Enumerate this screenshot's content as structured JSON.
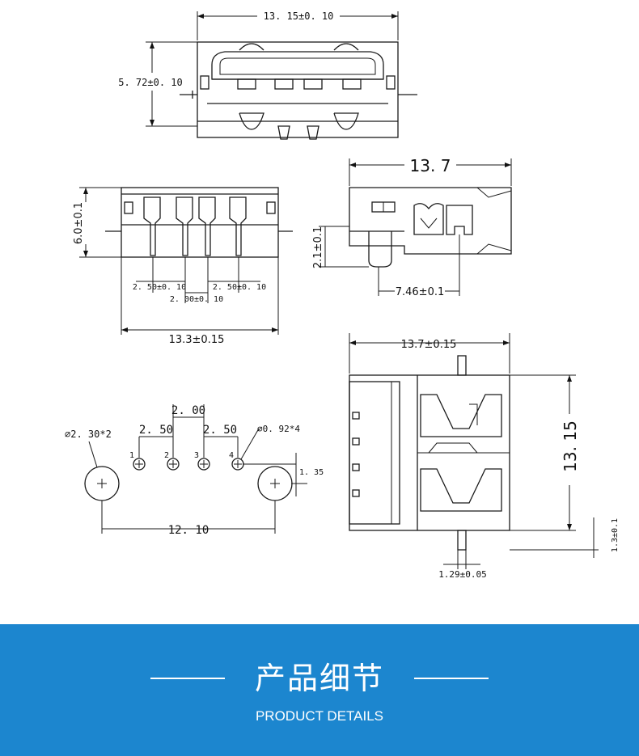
{
  "top_view": {
    "width_dim": "13. 15±0. 10",
    "height_dim": "5. 72±0. 10"
  },
  "front_view": {
    "height_dim": "6.0±0.1",
    "pitch_left": "2. 50±0. 10",
    "pitch_center": "2. 00±0. 10",
    "pitch_right": "2. 50±0. 10",
    "width_dim": "13.3±0.15"
  },
  "side_view": {
    "length_dim": "13. 7",
    "pin_height_dim": "2.1±0.1",
    "pin_offset_dim": "7.46±0.1"
  },
  "pcb_layout": {
    "hole_large_dim": "∅2. 30*2",
    "hole_small_dim": "∅0. 92*4",
    "pitch_center": "2. 00",
    "pitch_left": "2. 50",
    "pitch_right": "2. 50",
    "offset_dim": "1. 35",
    "span_dim": "12. 10",
    "pin_numbers": [
      "1",
      "2",
      "3",
      "4"
    ]
  },
  "bottom_view": {
    "length_dim": "13.7±0.15",
    "width_dim": "13. 15",
    "pin_width_dim": "1.29±0.05",
    "offset_dim": "1.3±0.1"
  },
  "banner": {
    "title": "产品细节",
    "subtitle": "PRODUCT DETAILS",
    "color": "#1c86cf"
  }
}
